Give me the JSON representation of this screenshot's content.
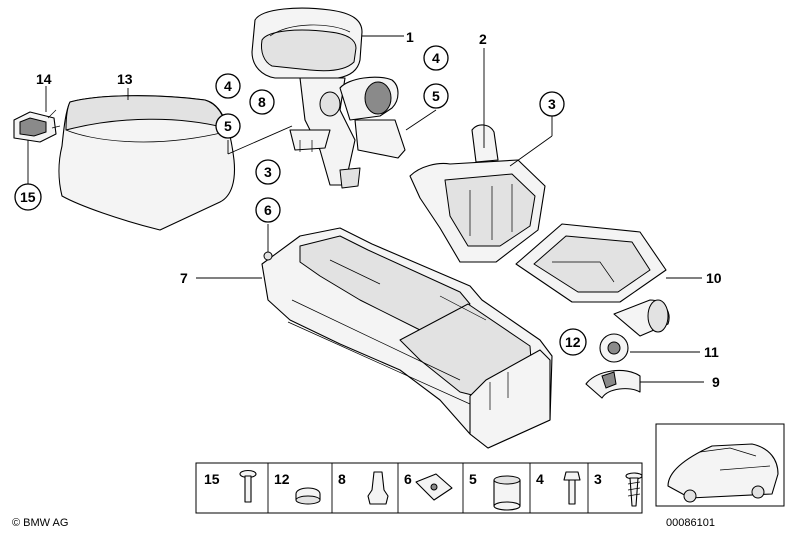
{
  "callouts": {
    "c1": "1",
    "c2": "2",
    "c3a": "3",
    "c3b": "3",
    "c4a": "4",
    "c4b": "4",
    "c5a": "5",
    "c5b": "5",
    "c6": "6",
    "c7": "7",
    "c8": "8",
    "c9": "9",
    "c10": "10",
    "c11": "11",
    "c12": "12",
    "c13": "13",
    "c14": "14",
    "c15": "15"
  },
  "legend": {
    "items": [
      "15",
      "12",
      "8",
      "6",
      "5",
      "4",
      "3"
    ]
  },
  "footer": {
    "copyright": "© BMW AG",
    "diagram_code": "00086101"
  }
}
